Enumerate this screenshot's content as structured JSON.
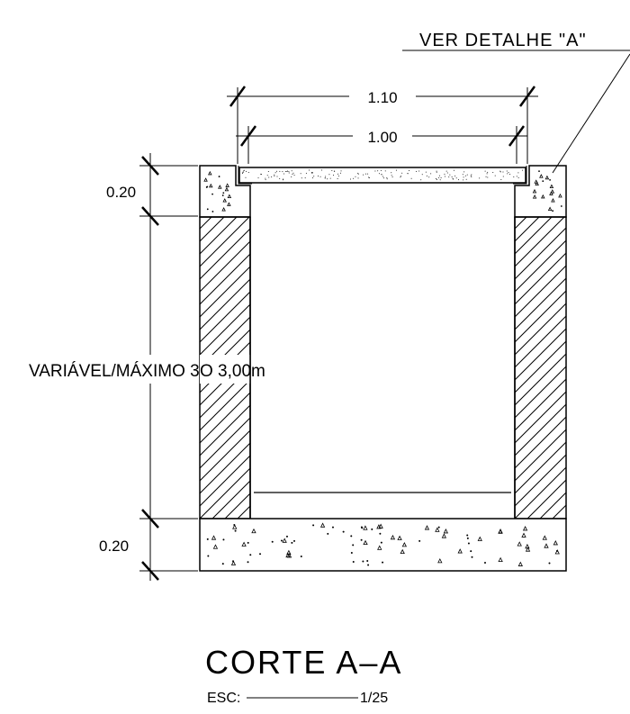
{
  "callout": {
    "label": "VER DETALHE \"A\""
  },
  "dimensions": {
    "outer_width": "1.10",
    "inner_width": "1.00",
    "top_thickness": "0.20",
    "wall_height": "VARIÁVEL/MÁXIMO 3,00m",
    "bottom_thickness": "0.20"
  },
  "title": {
    "text": "CORTE A–A",
    "scale_prefix": "ESC:",
    "scale_value": "1/25"
  }
}
